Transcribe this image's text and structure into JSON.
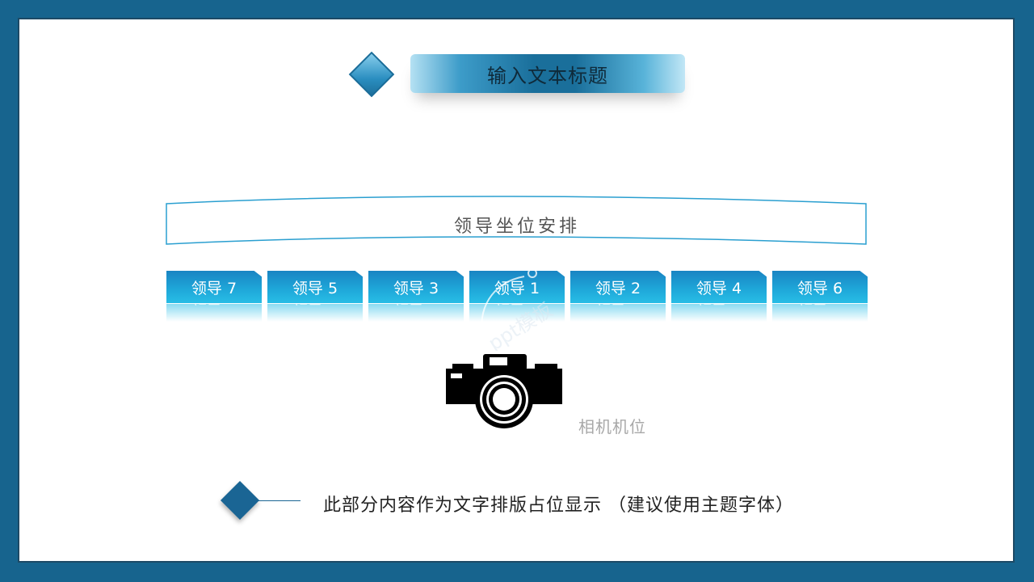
{
  "title": "输入文本标题",
  "banner": "领导坐位安排",
  "seats": [
    "领导 7",
    "领导 5",
    "领导 3",
    "领导 1",
    "领导 2",
    "领导 4",
    "领导 6"
  ],
  "camera_label": "相机机位",
  "footer": "此部分内容作为文字排版占位显示 （建议使用主题字体）",
  "watermark_text": "ppt模板",
  "colors": {
    "frame": "#17648e",
    "accent": "#1a6594",
    "seat": "#1ea6d8",
    "banner_stroke": "#2a9fd0"
  }
}
